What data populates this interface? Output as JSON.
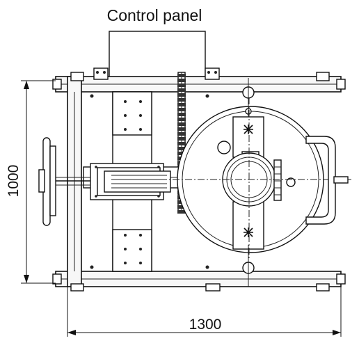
{
  "labels": {
    "control_panel": "Control panel",
    "dim_height": "1000",
    "dim_width": "1300"
  },
  "colors": {
    "line": "#111111",
    "background": "#ffffff"
  }
}
